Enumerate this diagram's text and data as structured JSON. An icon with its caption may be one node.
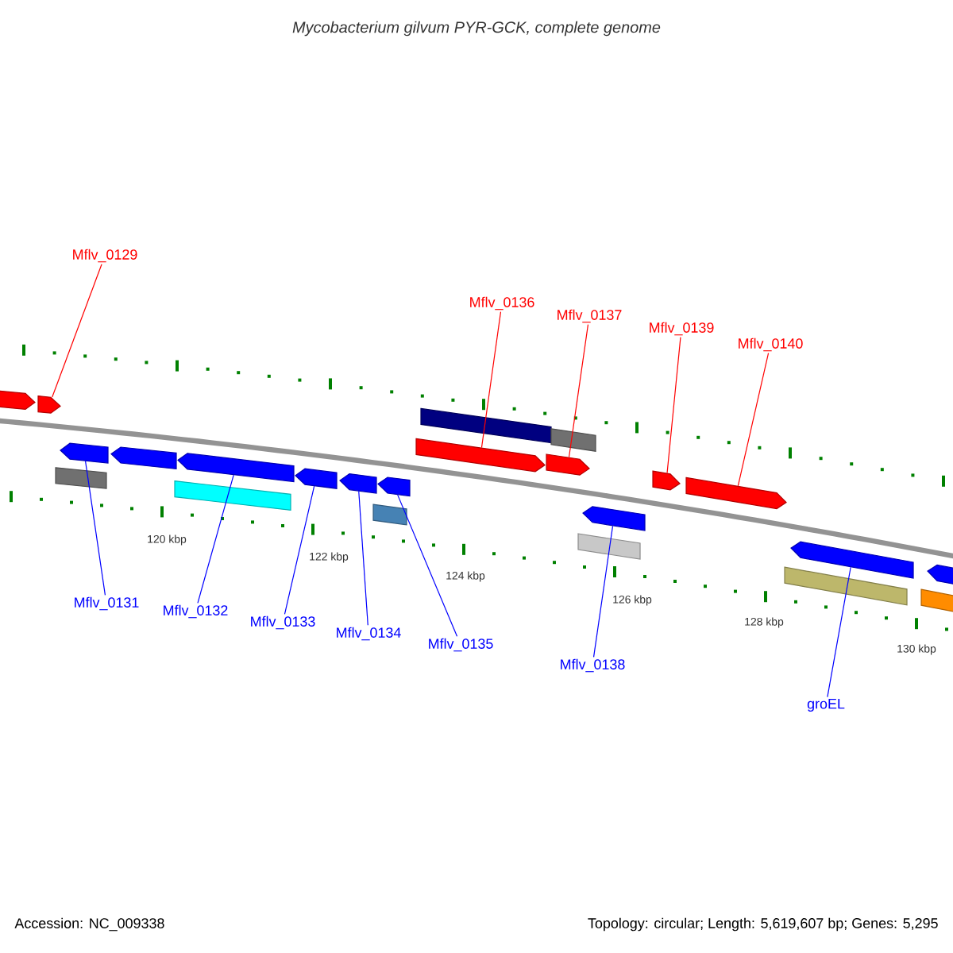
{
  "diagram": {
    "title": "Mycobacterium gilvum PYR-GCK, complete genome",
    "nodes": [
      {
        "text": [
          "Mflv_0129"
        ]
      },
      {
        "text": [
          "Mflv_0136"
        ]
      },
      {
        "text": [
          "Mflv_0137"
        ]
      },
      {
        "text": [
          "Mflv_0139"
        ]
      },
      {
        "text": [
          "Mflv_0140"
        ]
      },
      {
        "text": [
          "Mflv_0131"
        ]
      },
      {
        "text": [
          "Mflv_0132"
        ]
      },
      {
        "text": [
          "Mflv_0133"
        ]
      },
      {
        "text": [
          "Mflv_0134"
        ]
      },
      {
        "text": [
          "Mflv_0135"
        ]
      },
      {
        "text": [
          "Mflv_0138"
        ]
      },
      {
        "text": [
          "groEL"
        ]
      },
      {
        "text": [],
        "shape": "pentagon"
      },
      {
        "text": [],
        "shape": "pentagon"
      },
      {
        "text": [],
        "shape": "pentagon"
      },
      {
        "text": [],
        "shape": "pentagon"
      },
      {
        "text": [],
        "shape": "pentagon"
      },
      {
        "text": [],
        "shape": "pentagon"
      },
      {
        "text": [],
        "shape": "pentagon"
      },
      {
        "text": [],
        "shape": "pentagon"
      },
      {
        "text": [],
        "shape": "bar"
      },
      {
        "text": [],
        "shape": "bar"
      },
      {
        "text": [],
        "shape": "bar"
      },
      {
        "text": [],
        "shape": "bar"
      },
      {
        "text": [],
        "shape": "bar"
      },
      {
        "text": [],
        "shape": "pentagon"
      },
      {
        "text": [],
        "shape": "pentagon"
      },
      {
        "text": [],
        "shape": "pentagon"
      },
      {
        "text": [],
        "shape": "pentagon"
      },
      {
        "text": [],
        "shape": "pentagon"
      },
      {
        "text": [],
        "shape": "bar"
      },
      {
        "text": [],
        "shape": "pentagon"
      },
      {
        "text": [],
        "shape": "bar"
      },
      {
        "text": [],
        "shape": "pentagon"
      },
      {
        "text": [],
        "shape": "bar"
      }
    ],
    "edges": [
      {
        "from": 0,
        "to": 13,
        "arrow": "none",
        "color": "#ff0000"
      },
      {
        "from": 1,
        "to": 25,
        "arrow": "none",
        "color": "#ff0000"
      },
      {
        "from": 2,
        "to": 26,
        "arrow": "none",
        "color": "#ff0000"
      },
      {
        "from": 3,
        "to": 27,
        "arrow": "none",
        "color": "#ff0000"
      },
      {
        "from": 4,
        "to": 28,
        "arrow": "none",
        "color": "#ff0000"
      },
      {
        "from": 5,
        "to": 14,
        "arrow": "none"
      },
      {
        "from": 6,
        "to": 16,
        "arrow": "none"
      },
      {
        "from": 7,
        "to": 17,
        "arrow": "none"
      },
      {
        "from": 8,
        "to": 18,
        "arrow": "none"
      },
      {
        "from": 9,
        "to": 19,
        "arrow": "none"
      },
      {
        "from": 10,
        "to": 29,
        "arrow": "none"
      },
      {
        "from": 11,
        "to": 31,
        "arrow": "none"
      }
    ],
    "labels": [
      "120 kbp",
      "122 kbp",
      "124 kbp",
      "126 kbp",
      "128 kbp",
      "130 kbp",
      "Accession: NC_009338",
      "Topology: circular; Length: 5,619,607 bp; Genes: 5,295"
    ]
  }
}
